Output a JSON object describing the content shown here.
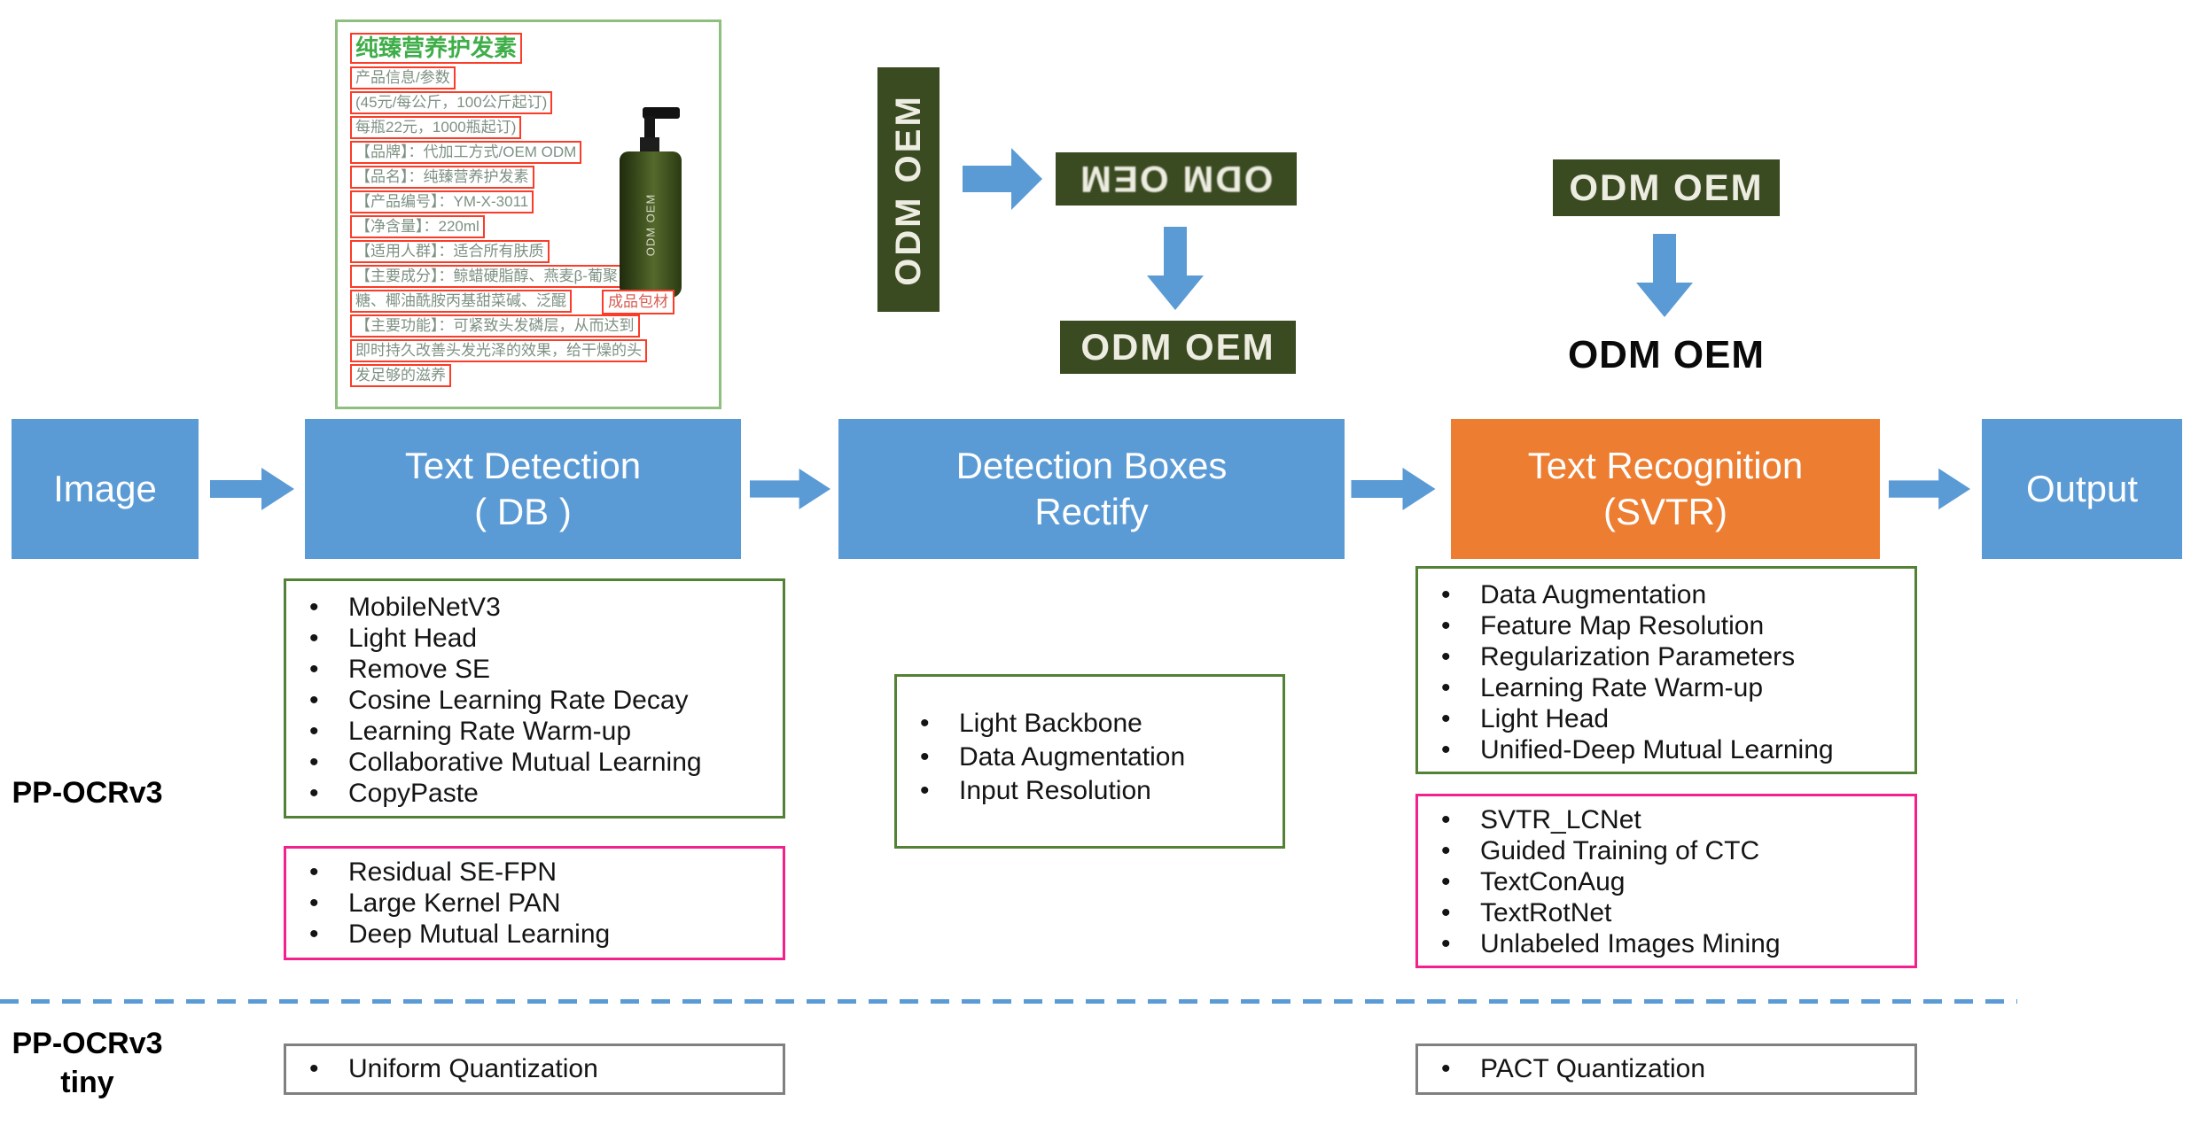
{
  "colors": {
    "blue": "#5B9BD5",
    "blue-dark": "#41719C",
    "orange": "#ED7D31",
    "green-border": "#538135",
    "pink-border": "#F4218C",
    "gray-border": "#808080",
    "crop-bg": "#3A4A21",
    "card-border": "#8FBF7F",
    "red-box": "#FA3C28"
  },
  "product_card": {
    "title": "纯臻营养护发素",
    "lines": [
      "产品信息/参数",
      "(45元/每公斤，100公斤起订)",
      "每瓶22元，1000瓶起订)",
      "【品牌】：代加工方式/OEM ODM",
      "【品名】：纯臻营养护发素",
      "【产品编号】：YM-X-3011",
      "【净含量】：220ml",
      "【适用人群】：适合所有肤质",
      "【主要成分】：鲸蜡硬脂醇、燕麦β-葡聚",
      "糖、椰油酰胺丙基甜菜碱、泛醌",
      "【主要功能】：可紧致头发磷层，从而达到",
      "即时持久改善头发光泽的效果，给干燥的头",
      "发足够的滋养"
    ],
    "side_label": "成品包材",
    "bottle_text": "ODM OEM"
  },
  "crops": {
    "vertical": "ODM OEM",
    "flipped": "ODM OEM",
    "rectified": "ODM OEM",
    "cropped_line": "ODM OEM",
    "recognized": "ODM OEM"
  },
  "pipeline": {
    "image_label": "Image",
    "detection_line1": "Text Detection",
    "detection_line2": "( DB )",
    "rectify_line1": "Detection Boxes",
    "rectify_line2": "Rectify",
    "recognition_line1": "Text Recognition",
    "recognition_line2": "(SVTR)",
    "output_label": "Output"
  },
  "row_labels": {
    "v3": "PP-OCRv3",
    "tiny_line1": "PP-OCRv3",
    "tiny_line2": "tiny"
  },
  "lists": {
    "detection_main": {
      "items": [
        "MobileNetV3",
        "Light Head",
        "Remove SE",
        "Cosine Learning Rate Decay",
        "Learning Rate Warm-up",
        "Collaborative Mutual Learning",
        "CopyPaste"
      ]
    },
    "detection_extra": {
      "items": [
        "Residual SE-FPN",
        "Large Kernel PAN",
        "Deep Mutual Learning"
      ]
    },
    "rectify_main": {
      "items": [
        "Light Backbone",
        "Data Augmentation",
        "Input Resolution"
      ]
    },
    "recognition_main": {
      "items": [
        "Data Augmentation",
        "Feature Map Resolution",
        "Regularization Parameters",
        "Learning Rate Warm-up",
        "Light Head",
        "Unified-Deep Mutual Learning"
      ]
    },
    "recognition_extra": {
      "items": [
        "SVTR_LCNet",
        "Guided Training of CTC",
        "TextConAug",
        "TextRotNet",
        "Unlabeled Images Mining"
      ]
    },
    "detection_tiny": {
      "items": [
        "Uniform Quantization"
      ]
    },
    "recognition_tiny": {
      "items": [
        "PACT Quantization"
      ]
    }
  }
}
